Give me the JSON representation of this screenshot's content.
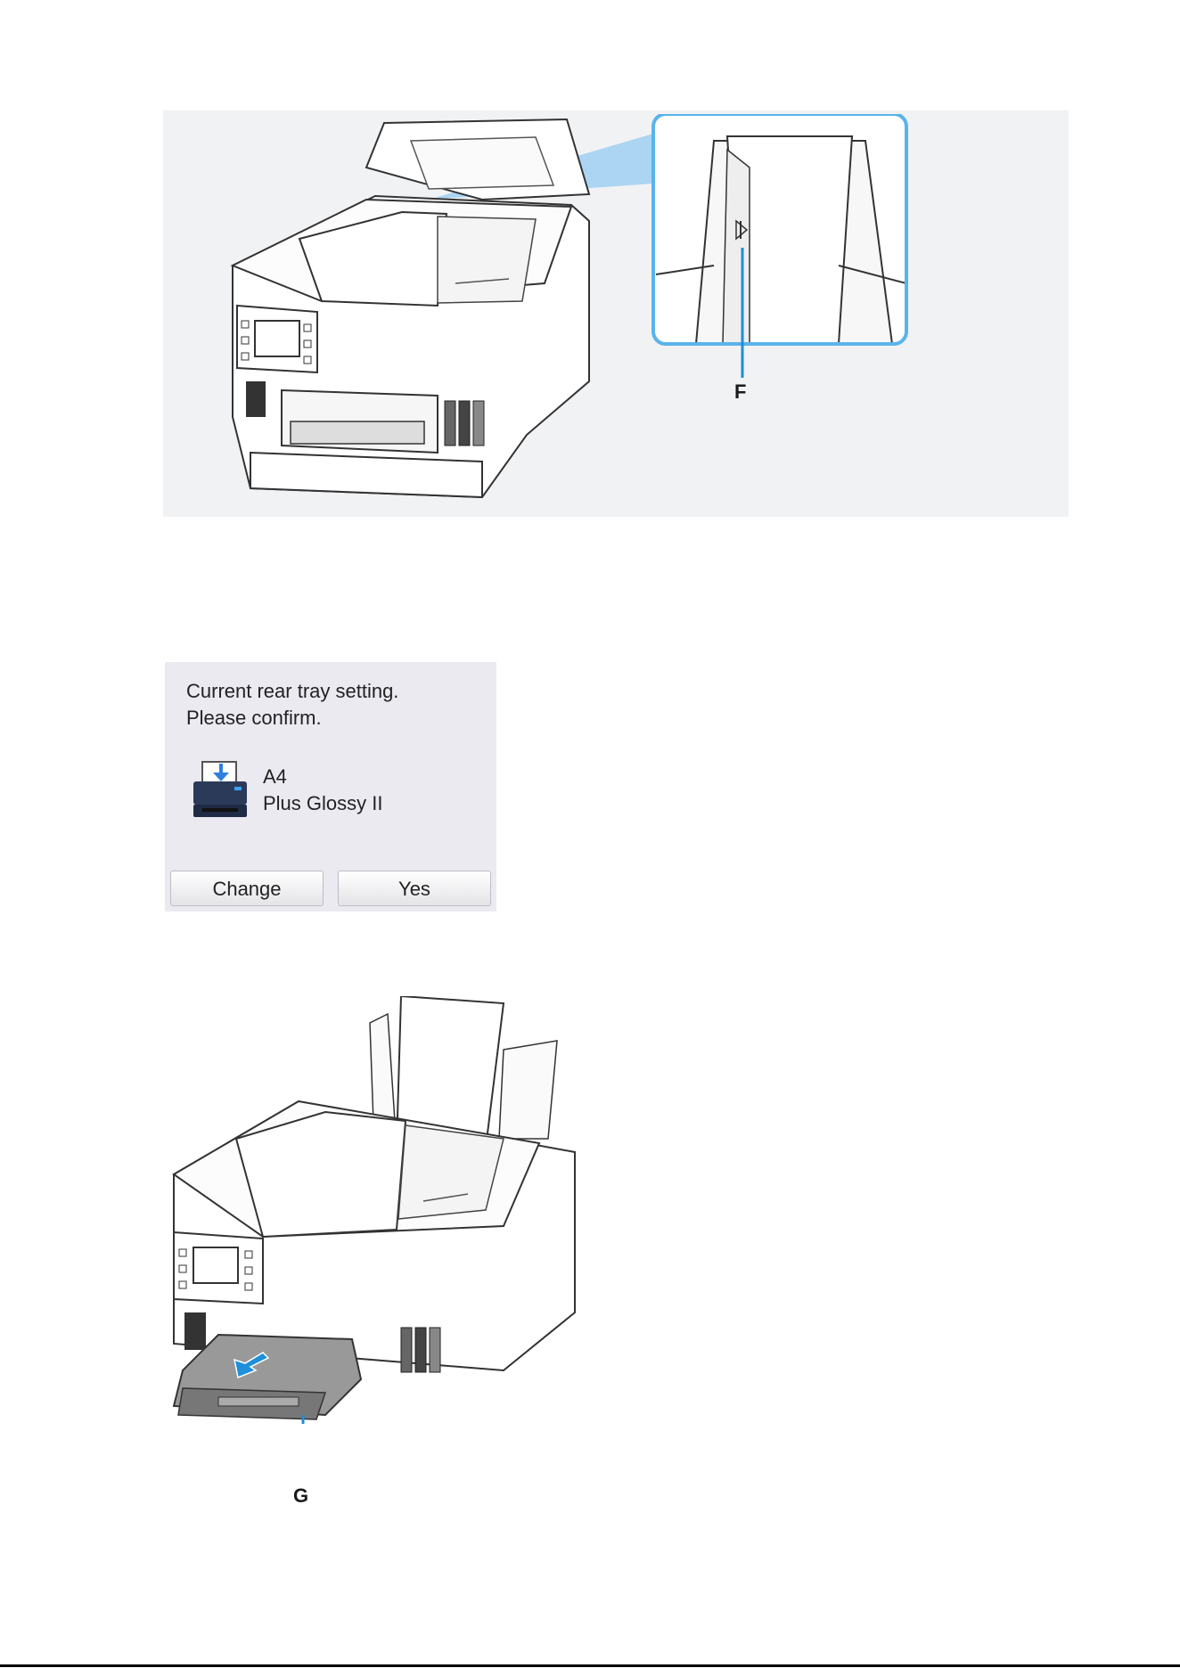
{
  "figure1": {
    "callout_label": "F"
  },
  "dialog": {
    "message_line1": "Current rear tray setting.",
    "message_line2": "Please confirm.",
    "paper_size": "A4",
    "media_type": "Plus Glossy II",
    "change_button": "Change",
    "yes_button": "Yes",
    "icon": "rear-tray-printer-icon",
    "accent_color": "#1a73c8"
  },
  "figure3": {
    "callout_label": "G"
  },
  "colors": {
    "callout_blue": "#1e8fd8",
    "figure_background": "#f1f2f4",
    "dialog_background": "#ebeaf1"
  }
}
